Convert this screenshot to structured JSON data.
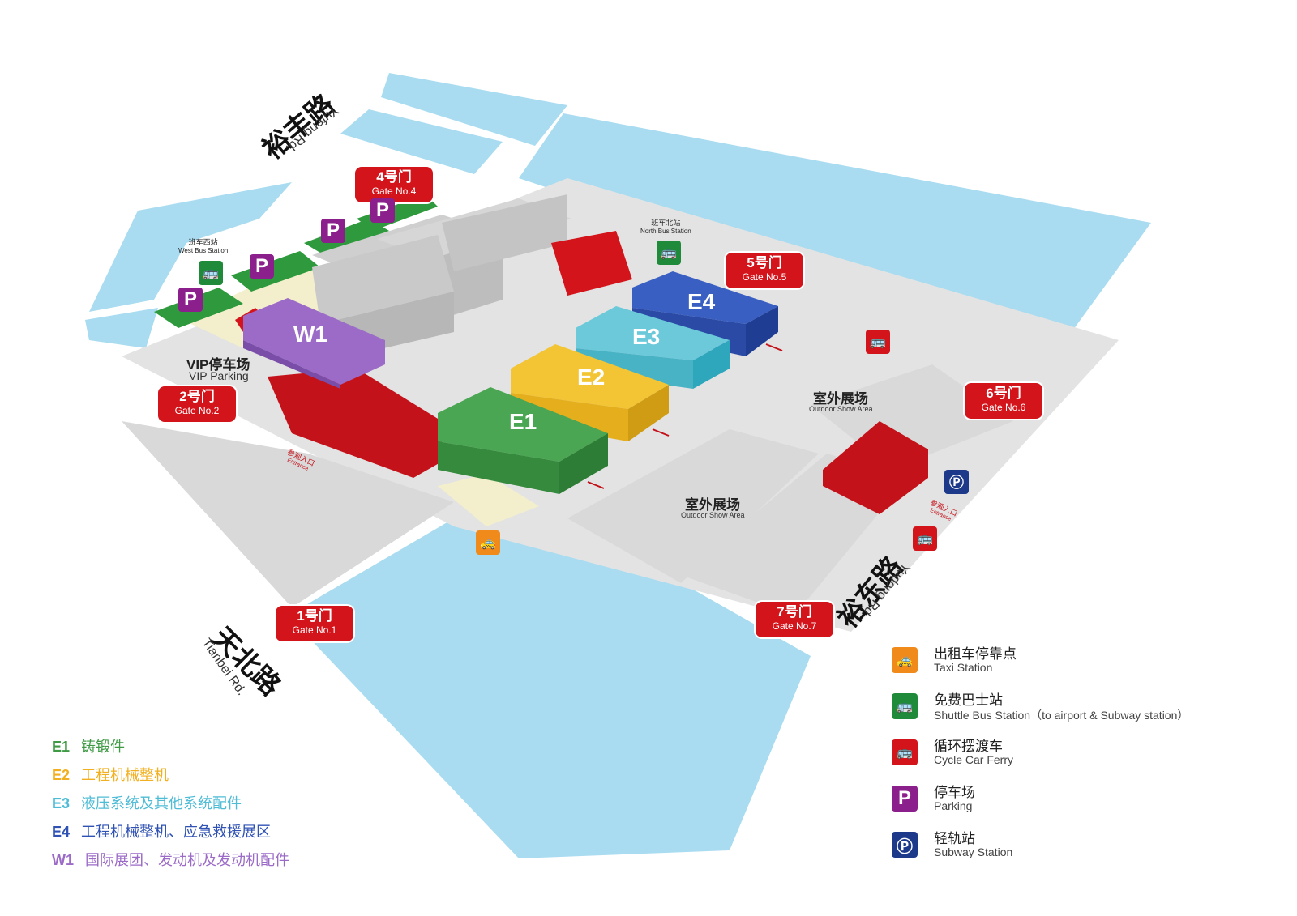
{
  "colors": {
    "water": "#a9dcf0",
    "ground": "#e3e3e3",
    "gate": "#d4141b",
    "parking": "#8b1f8b",
    "shuttle": "#1f8a3a",
    "taxi": "#f08a1a",
    "subway": "#1d3a8a",
    "E1": "#3f9a45",
    "E2": "#f2c12e",
    "E3": "#4fc3d6",
    "E4": "#2f52b4",
    "W1": "#9b6bc7"
  },
  "halls": [
    {
      "id": "E1",
      "label": "E1"
    },
    {
      "id": "E2",
      "label": "E2"
    },
    {
      "id": "E3",
      "label": "E3"
    },
    {
      "id": "E4",
      "label": "E4"
    },
    {
      "id": "W1",
      "label": "W1"
    }
  ],
  "gates": [
    {
      "cn": "1号门",
      "en": "Gate No.1"
    },
    {
      "cn": "2号门",
      "en": "Gate No.2"
    },
    {
      "cn": "4号门",
      "en": "Gate No.4"
    },
    {
      "cn": "5号门",
      "en": "Gate No.5"
    },
    {
      "cn": "6号门",
      "en": "Gate No.6"
    },
    {
      "cn": "7号门",
      "en": "Gate No.7"
    }
  ],
  "roads": [
    {
      "cn": "裕丰路",
      "en": "Yufeng Rd."
    },
    {
      "cn": "天北路",
      "en": "Tianbei Rd."
    },
    {
      "cn": "裕东路",
      "en": "Yudong Rd."
    }
  ],
  "places": {
    "vip_cn": "VIP停车场",
    "vip_en": "VIP Parking",
    "outdoor_cn": "室外展场",
    "outdoor_en": "Outdoor Show Area",
    "west_bus_cn": "班车西站",
    "west_bus_en": "West Bus Station",
    "north_bus_cn": "班车北站",
    "north_bus_en": "North Bus Station",
    "entrance_cn": "参观入口",
    "entrance_en": "Entrance",
    "parking_mark": "P"
  },
  "zone_legend": [
    {
      "code": "E1",
      "text": "铸锻件",
      "color": "#3f9a45"
    },
    {
      "code": "E2",
      "text": "工程机械整机",
      "color": "#f2b021"
    },
    {
      "code": "E3",
      "text": "液压系统及其他系统配件",
      "color": "#4fbcd6"
    },
    {
      "code": "E4",
      "text": "工程机械整机、应急救援展区",
      "color": "#2f52b4"
    },
    {
      "code": "W1",
      "text": "国际展团、发动机及发动机配件",
      "color": "#9b6bc7"
    }
  ],
  "icon_legend": [
    {
      "icon": "taxi-icon",
      "cn": "出租车停靠点",
      "en": "Taxi Station",
      "color": "#f08a1a"
    },
    {
      "icon": "bus-icon",
      "cn": "免费巴士站",
      "en": "Shuttle Bus Station（to airport & Subway station）",
      "color": "#1f8a3a"
    },
    {
      "icon": "ferry-bus-icon",
      "cn": "循环摆渡车",
      "en": "Cycle Car Ferry",
      "color": "#d4141b"
    },
    {
      "icon": "parking-icon",
      "cn": "停车场",
      "en": "Parking",
      "color": "#8b1f8b",
      "glyph": "P"
    },
    {
      "icon": "subway-icon",
      "cn": "轻轨站",
      "en": "Subway Station",
      "color": "#1d3a8a"
    }
  ]
}
